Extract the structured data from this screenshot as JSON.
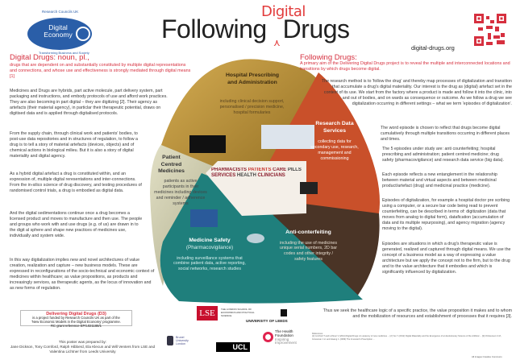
{
  "header": {
    "logo_top": "Research Councils UK",
    "logo_main1": "Digital",
    "logo_main2": "Economy",
    "logo_bottom": "Transforming Business and Society",
    "title_left": "Following",
    "title_insert": "Digital",
    "title_right": "Drugs",
    "website": "digital-drugs.org",
    "qr_icon": "qr-code"
  },
  "left": {
    "heading": "Digital Drugs: noun, pl.,",
    "definition": "drugs that are dependent on and substantially constituted by multiple digital representations and connections, and whose use and effectiveness is strongly mediated through digital means [1]",
    "paragraphs": [
      "Medicines and Drugs are hybrids, part active molecule, part delivery system, part packaging and instructions, and embody protocols of use and afford work practices. They are also becoming in part digital – they are digitizing [2]. Their agency as artefacts (their material agency), in particlar their therapeutic potential, draws on digitised data and is applied through digitalised protocols.",
      "From the supply chain, through clinical work and patients' bodies, to post-use data repositories and in structures of regulation, to follow a drug is to tell a story of material artefacts (devices, objects) and of chemical actions in biological milieu. But it is also a story of digital materiality and digital agency.",
      "As a hybrid digital artefact a drug is constituted within, and an expression of, multiple digital reresentations and inter-connections. From the in-silico science of drug discovery, and testing procedures of randomised control trials, a drug is embodied as digital data.",
      "And the digital sedimentations continue once a drug becomes a licensed product and moves to manufacture and then use. The people and groups who work with and use drugs (e.g. of us) are drawn in to the digit al sphere and shape new practices of medicines use, individually and system wide.",
      "In this way digitalization implies new and novel architectures of value creation, realization and capture – new business models. These are expressed in reconfigurations of the socio-technical and economic context of medicines within healthcare; as value propositions, as products and increasingly services, as therapeutic agents, as the locus of innovation and as new forms of regulation."
    ],
    "project_box": {
      "title": "Delivering Digital Drugs (D3)",
      "line1": "is a project funded by Research Councils UK as part of the",
      "line2": "'New Economic Models in the Digital Economy' programme.",
      "line3": "RC grant reference EP/L021188/1"
    },
    "prepared_label": "This poster was prepared by:",
    "prepared_names": "Jane Dickson, Tony Cornford, Ralph Hibberd, Ela Klecun and Will Venters from LSE and Valentina Lichtner from Leeds University"
  },
  "petals": {
    "hospital": {
      "title": "Hospital Prescribing and Administration",
      "body": "including clinical decision support, personalised / precision medicine, hospital formularies",
      "color": "#b8902e"
    },
    "research": {
      "title": "Research Data Services",
      "body": "collecting data for secondary use, research, management and commissioning",
      "color": "#c9502a"
    },
    "anti": {
      "title": "Anti-conterfeiting",
      "body": "including the use of medicines unique serial numbers, 2D bar codes and other integrity / safety features",
      "color": "#4a3426"
    },
    "safety": {
      "title": "Medicine Safety",
      "subtitle": "(Pharmacovigilance)",
      "body": "including surveillance systems that combine patient data, active reporting, social networks, research studies",
      "color": "#1f7f7c"
    },
    "patient": {
      "title": "Patient Centred Medicines",
      "body": "patients as active participants in their medicines including devices and reminder / adherence systems",
      "color": "#c9c6a4"
    }
  },
  "wordcloud": [
    "PHARMACISTS",
    "PATIENTS",
    "CARE",
    "PILLS",
    "SERVICES",
    "HEALTH",
    "CLINICIANS"
  ],
  "right": {
    "heading": "Following Drugs:",
    "intro": "A primary aim of the Delivering Digital Drugs project is to reveal the multiple and interconnected locations and transitions by which drugs become digital.",
    "paragraphs": [
      "The research method is to 'follow the drug' and thereby map processes of digitalization and transition that accumulate a drug's digital materiality. Our interest is the drug as (digital) artefact set in the context of its use. We start from the factory where a product is made and follow it into the clinic, into and out of bodies, and on wards as consequence or outcome. As we follow a drug we see digitalization occurring in different settings – what we term 'episodes of digitalization'.",
      "The word episode is chosen to reflect that drugs become digital cumulatively through multiple transitions occurring in different places and times.",
      "The 5 episodes under study are: anti counterfeiting; hospital prescribing and administration; patient centred medicine; drug safety (pharmacovigilance) and research data service (big data).",
      "Each episode reflects a new entanglement in the relationship between material and virtual aspects and between medicinal product/artefact (drug) and medicinal practice (medicine).",
      "Episodes of digitalization, for example a hospital doctor pre scribing using a computer, or a secure bar code being read to prevent counterfeiting, can be described in terms of: digitization (data that moves from analog to digital form), datafication (accumulation of data and its multiple repurposing), and agency migration (agency moving to the digital).",
      "Episodes are situations in which a drug's therapeutic value is generated, realized and captured through digital means. We use the concept of a business model as a way of expressing a value architecture but we apply the concept not to the firm, but to the drug and to the value architecture that it embodies and which is significantly influenced by digitalization.",
      "Thus we seek the healthcare logic of a specific practice, the value proposition it makes and to whom and the mobilization of resources and establishment of processes that it requires [3]."
    ],
    "references_label": "References",
    "references": "[1] Cornford T and Lichtner V (2014) Digital Drugs: An anatomy of new medicines ... [2] Yoo Y (2012) Digital Materiality and the Emergence of an Evolutionary Science of the Artificial ... [3] Christensen C.M., Grossman J.H. and Hwang J. (2009) The Innovator's Prescription ...",
    "credit": "All images Creative Commons"
  },
  "logos": {
    "lse": "LSE",
    "lse_text": "THE LONDON SCHOOL OF ECONOMICS AND POLITICAL SCIENCE",
    "leeds": "UNIVERSITY OF LEEDS",
    "brunel": "Brunel University London",
    "ucl": "UCL",
    "health1": "The Health Foundation",
    "health2": "Inspiring Improvement"
  }
}
